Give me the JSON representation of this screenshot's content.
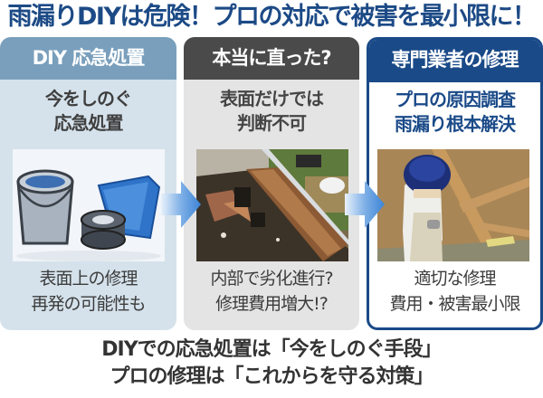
{
  "title": "雨漏りDIYは危険！プロの対応で被害を最小限に！",
  "panels": [
    {
      "header": "DIY 応急処置",
      "subtitle_lines": [
        "今をしのぐ",
        "応急処置"
      ],
      "image": "diy-repair-supplies (bucket, tape roll, blue tarp)",
      "footer_lines": [
        "表面上の修理",
        "再発の可能性も"
      ],
      "colors": {
        "header_bg": "#799fbc",
        "panel_bg": "#d5e2eb"
      }
    },
    {
      "header": "本当に直った?",
      "subtitle_lines": [
        "表面だけでは",
        "判断不可"
      ],
      "image": "rotted-roof-wood-photo",
      "footer_lines": [
        "内部で劣化進行?",
        "修理費用増大!?"
      ],
      "colors": {
        "header_bg": "#4a4a4a",
        "panel_bg": "#e4e4e4"
      }
    },
    {
      "header": "専門業者の修理",
      "subtitle_lines": [
        "プロの原因調査",
        "雨漏り根本解決"
      ],
      "image": "professional-attic-inspection-photo",
      "footer_lines": [
        "適切な修理",
        "費用・被害最小限"
      ],
      "colors": {
        "header_bg": "#1a4a88",
        "panel_bg": "#ffffff",
        "border": "#1a4a88"
      }
    }
  ],
  "arrows": [
    "arrow-right-icon",
    "arrow-right-icon"
  ],
  "conclusion_lines": [
    "DIYでの応急処置は「今をしのぐ手段」",
    "プロの修理は「これからを守る対策」"
  ],
  "colors": {
    "title": "#1c4a86",
    "arrow": "#4a8fd8",
    "text_dark": "#333333"
  }
}
